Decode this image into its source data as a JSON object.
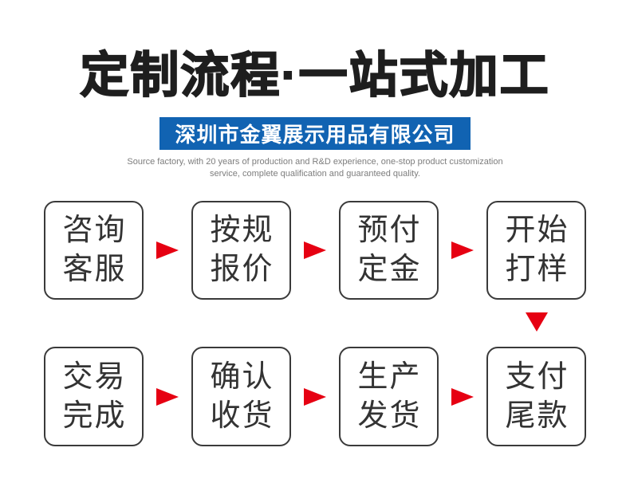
{
  "header": {
    "title": "定制流程·一站式加工",
    "company_banner": "深圳市金翼展示用品有限公司",
    "subtitle_lines": [
      "Source factory, with 20 years of production and R&D experience, one-stop product customization",
      "service, complete qualification and guaranteed quality."
    ]
  },
  "flow": {
    "rows": [
      {
        "steps": [
          {
            "line1": "咨询",
            "line2": "客服"
          },
          {
            "line1": "按规",
            "line2": "报价"
          },
          {
            "line1": "预付",
            "line2": "定金"
          },
          {
            "line1": "开始",
            "line2": "打样"
          }
        ]
      },
      {
        "steps": [
          {
            "line1": "交易",
            "line2": "完成"
          },
          {
            "line1": "确认",
            "line2": "收货"
          },
          {
            "line1": "生产",
            "line2": "发货"
          },
          {
            "line1": "支付",
            "line2": "尾款"
          }
        ]
      }
    ]
  },
  "icons": {
    "right_arrow": "triangle-right",
    "down_arrow": "triangle-down"
  },
  "colors": {
    "banner_blue": "#1163b2",
    "arrow_red": "#e60012",
    "box_border": "#3a3a3a",
    "title_black": "#1e1e1e",
    "subtitle_gray": "#7d7d7d",
    "step_text": "#333333"
  }
}
